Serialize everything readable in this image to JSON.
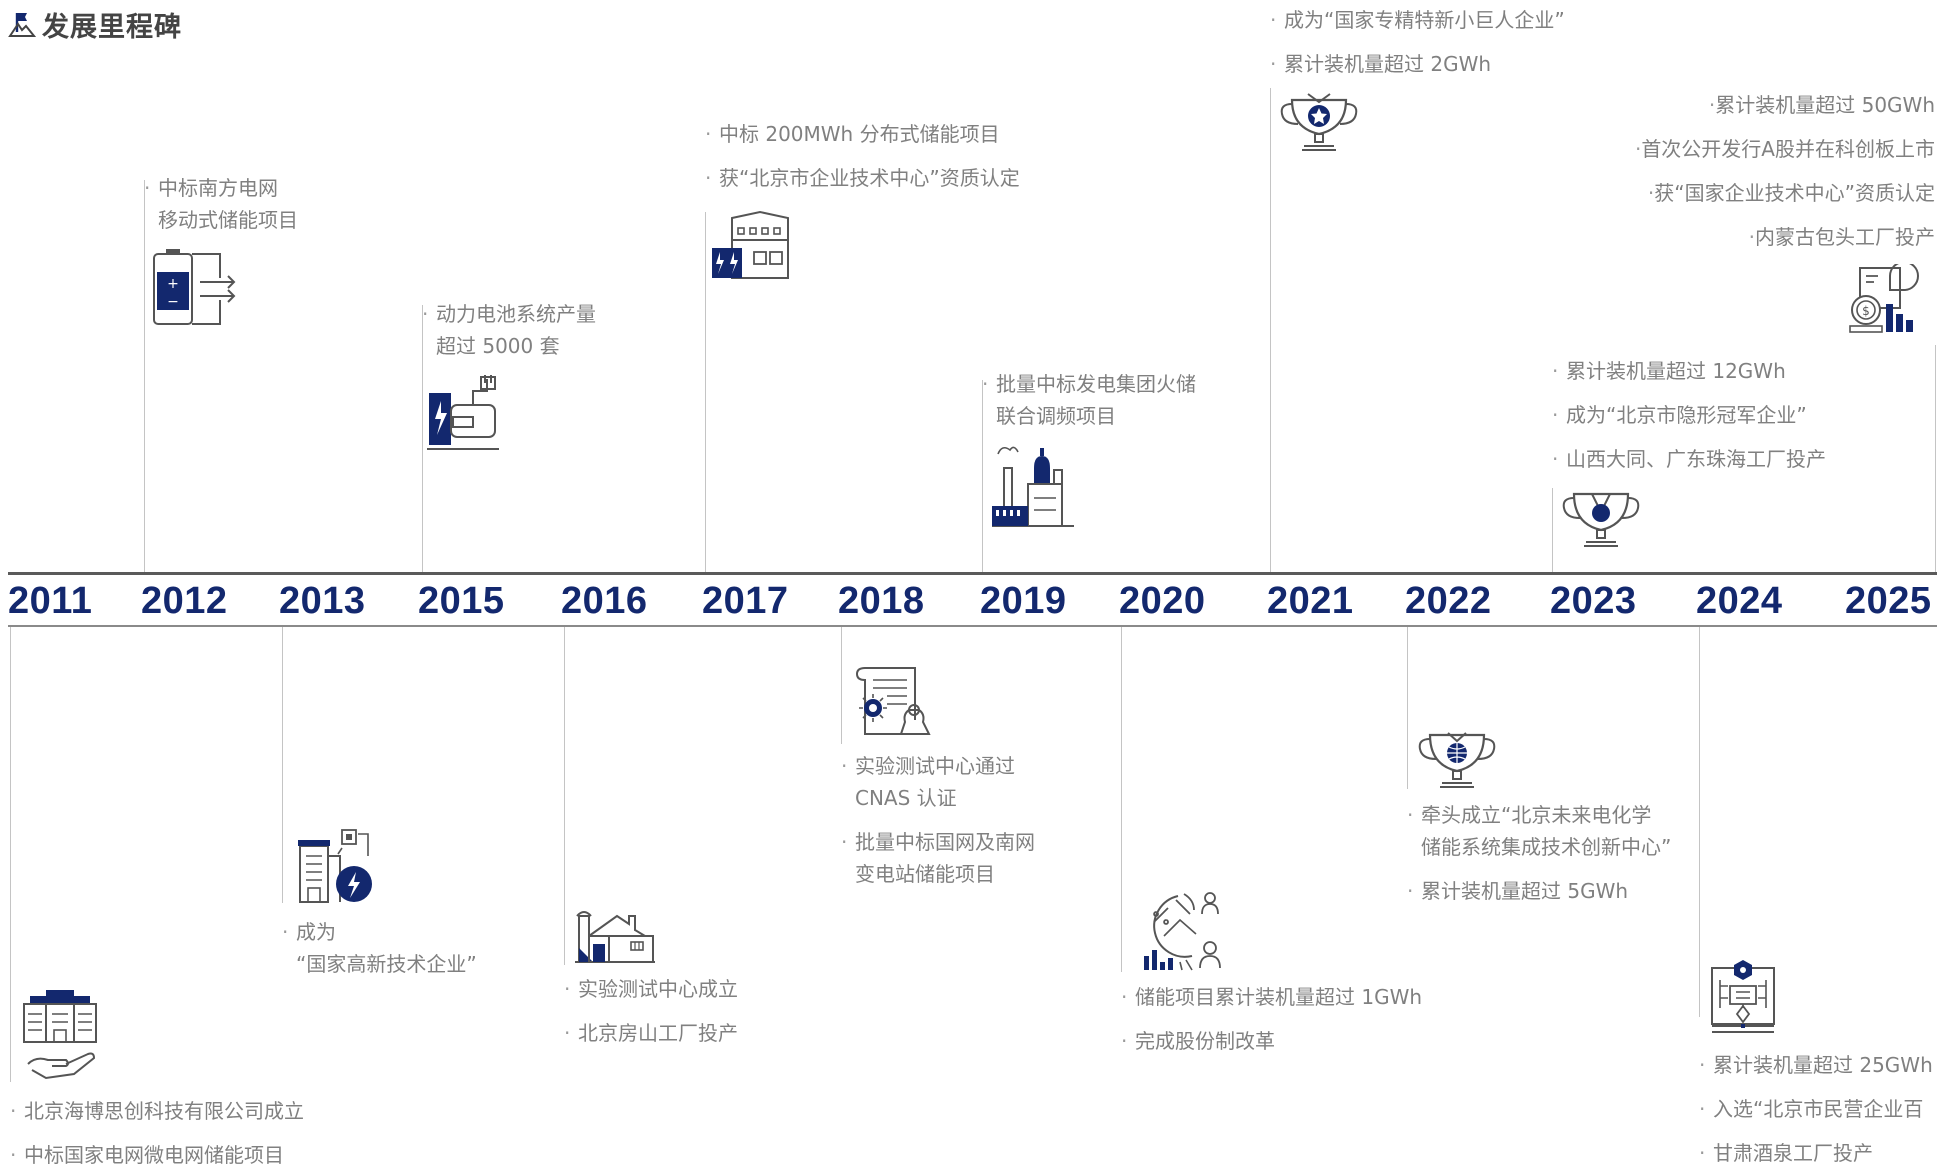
{
  "title": "发展里程碑",
  "colors": {
    "accent": "#13286e",
    "text": "#808080",
    "line": "#c4c4c4",
    "axis": "#5a5a5a"
  },
  "years": [
    "2011",
    "2012",
    "2013",
    "2015",
    "2016",
    "2017",
    "2018",
    "2019",
    "2020",
    "2021",
    "2022",
    "2023",
    "2024",
    "2025"
  ],
  "above": [
    {
      "year": "2012",
      "icon": "battery-charge-icon",
      "items": [
        [
          "中标南方电网",
          "移动式储能项目"
        ]
      ]
    },
    {
      "year": "2015",
      "icon": "battery-plug-icon",
      "items": [
        [
          "动力电池系统产量",
          "超过 5000 套"
        ]
      ]
    },
    {
      "year": "2017",
      "icon": "factory-battery-icon",
      "items": [
        [
          "中标 200MWh 分布式储能项目"
        ],
        [
          "获“北京市企业技术中心”资质认定"
        ]
      ]
    },
    {
      "year": "2019",
      "icon": "power-plant-icon",
      "items": [
        [
          "批量中标发电集团火储",
          "联合调频项目"
        ]
      ]
    },
    {
      "year": "2021",
      "icon": "trophy-star-icon",
      "items": [
        [
          "成为“国家专精特新小巨人企业”"
        ],
        [
          "累计装机量超过 2GWh"
        ]
      ]
    },
    {
      "year": "2023",
      "icon": "trophy-medal-icon",
      "items": [
        [
          "累计装机量超过 12GWh"
        ],
        [
          "成为“北京市隐形冠军企业”"
        ],
        [
          "山西大同、广东珠海工厂投产"
        ]
      ]
    },
    {
      "year": "2025",
      "icon": "finance-chart-icon",
      "items": [
        [
          "累计装机量超过 50GWh"
        ],
        [
          "首次公开发行A股并在科创板上市"
        ],
        [
          "获“国家企业技术中心”资质认定"
        ],
        [
          "内蒙古包头工厂投产"
        ]
      ]
    }
  ],
  "below": [
    {
      "year": "2011",
      "icon": "building-hand-icon",
      "items": [
        [
          "北京海博思创科技有限公司成立"
        ],
        [
          "中标国家电网微电网储能项目"
        ]
      ]
    },
    {
      "year": "2013",
      "icon": "tech-building-icon",
      "items": [
        [
          "成为",
          "“国家高新技术企业”"
        ]
      ]
    },
    {
      "year": "2016",
      "icon": "factory-house-icon",
      "items": [
        [
          "实验测试中心成立"
        ],
        [
          "北京房山工厂投产"
        ]
      ]
    },
    {
      "year": "2018",
      "icon": "certificate-icon",
      "items": [
        [
          "实验测试中心通过",
          "CNAS 认证"
        ],
        [
          "批量中标国网及南网",
          "变电站储能项目"
        ]
      ]
    },
    {
      "year": "2020",
      "icon": "analytics-person-icon",
      "items": [
        [
          "储能项目累计装机量超过 1GWh"
        ],
        [
          "完成股份制改革"
        ]
      ]
    },
    {
      "year": "2022",
      "icon": "trophy-globe-icon",
      "items": [
        [
          "牵头成立“北京未来电化学",
          "储能系统集成技术创新中心”"
        ],
        [
          "累计装机量超过 5GWh"
        ]
      ]
    },
    {
      "year": "2024",
      "icon": "innovation-board-icon",
      "items": [
        [
          "累计装机量超过 25GWh"
        ],
        [
          "入选“北京市民营企业百"
        ],
        [
          "甘肃酒泉工厂投产"
        ]
      ]
    }
  ]
}
